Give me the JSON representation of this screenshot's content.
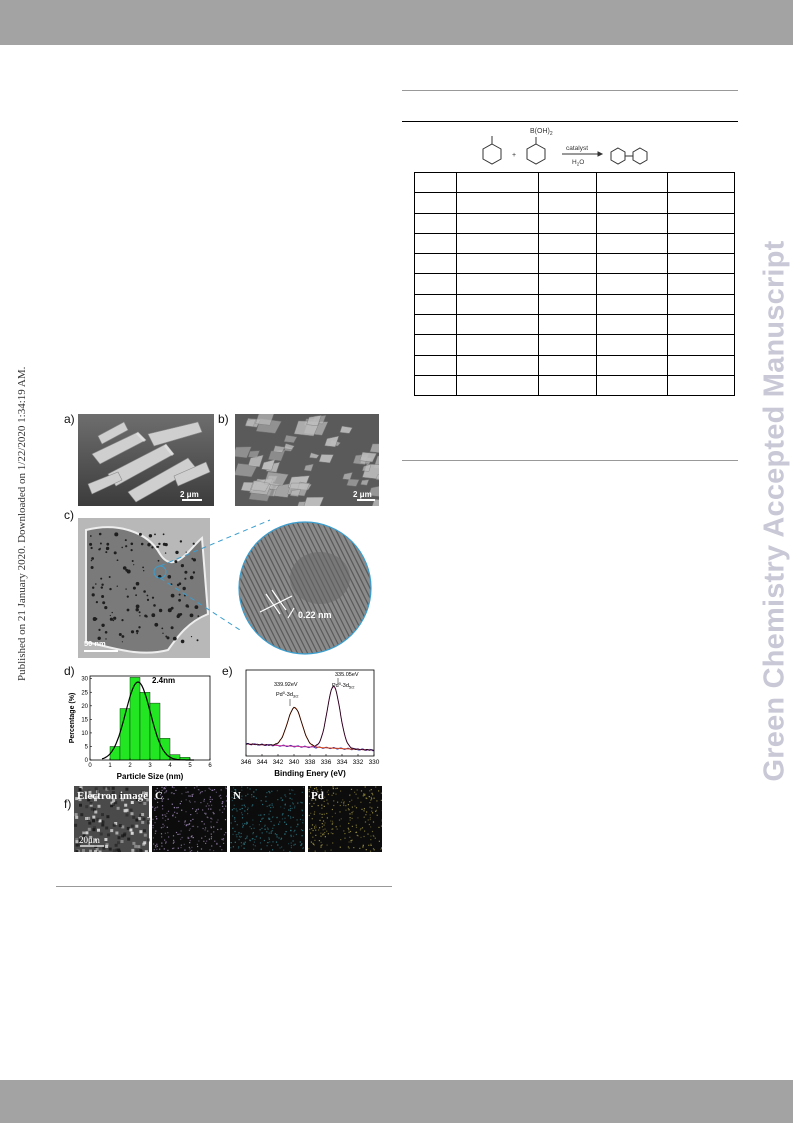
{
  "side_note": "Published on 21 January 2020. Downloaded on 1/22/2020 1:34:19 AM.",
  "watermark": "Green Chemistry Accepted Manuscript",
  "scheme": {
    "reagent_top_label": "B(OH)",
    "reagent_top_sub": "2",
    "plus": "+",
    "arrow_top": "catalyst",
    "arrow_bottom": "H",
    "arrow_bottom_sub": "2",
    "arrow_bottom_end": "O"
  },
  "table": {
    "rows": 11,
    "cols": 5
  },
  "figure": {
    "panel_a": "a)",
    "panel_b": "b)",
    "panel_c": "c)",
    "panel_d": "d)",
    "panel_e": "e)",
    "panel_f": "f)",
    "scale_a": "2 μm",
    "scale_b": "2 μm",
    "scale_c": "50 nm",
    "lattice": "0.22 nm",
    "scale_f": "20μm",
    "map_labels": [
      "Electron image",
      "C",
      "N",
      "Pd"
    ],
    "map_colors": [
      "#3a3a3a",
      "#9c88b4",
      "#2f7d8a",
      "#9a9040"
    ]
  },
  "chart_data": [
    {
      "type": "bar",
      "title": "",
      "annotation": "2.4nm",
      "xlabel": "Particle Size (nm)",
      "ylabel": "Percentage (%)",
      "xlim": [
        0,
        6
      ],
      "ylim": [
        0,
        31
      ],
      "x_ticks": [
        "0",
        "1",
        "2",
        "3",
        "4",
        "5",
        "6"
      ],
      "y_ticks": [
        "0",
        "5",
        "10",
        "15",
        "20",
        "25",
        "30"
      ],
      "bins": [
        [
          1.0,
          1.5
        ],
        [
          1.5,
          2.0
        ],
        [
          2.0,
          2.5
        ],
        [
          2.5,
          3.0
        ],
        [
          3.0,
          3.5
        ],
        [
          3.5,
          4.0
        ],
        [
          4.0,
          4.5
        ],
        [
          4.5,
          5.0
        ]
      ],
      "values": [
        5,
        19,
        30.5,
        25,
        21,
        8,
        2,
        1
      ],
      "fit": {
        "mean": 2.4,
        "sigma": 0.62,
        "peak": 28.8
      },
      "bar_color": "#22e622"
    },
    {
      "type": "line",
      "xlabel": "Binding Enery (eV)",
      "x_ticks": [
        "346",
        "344",
        "342",
        "340",
        "338",
        "336",
        "334",
        "332",
        "330"
      ],
      "xlim": [
        346,
        330
      ],
      "ylim": [
        0,
        100
      ],
      "peaks": [
        {
          "label_ev": "339.92eV",
          "label_main": "Pd",
          "label_sup": "0",
          "label_rest": "-3d",
          "label_sub": "3/2",
          "center": 339.92,
          "height": 45
        },
        {
          "label_ev": "335.05eV",
          "label_main": "Pd",
          "label_sup": "0",
          "label_rest": "-3d",
          "label_sub": "5/2",
          "center": 335.05,
          "height": 72
        }
      ],
      "series_colors": [
        "#000000",
        "#d84a1a",
        "#c83296",
        "#2828b4"
      ]
    }
  ]
}
